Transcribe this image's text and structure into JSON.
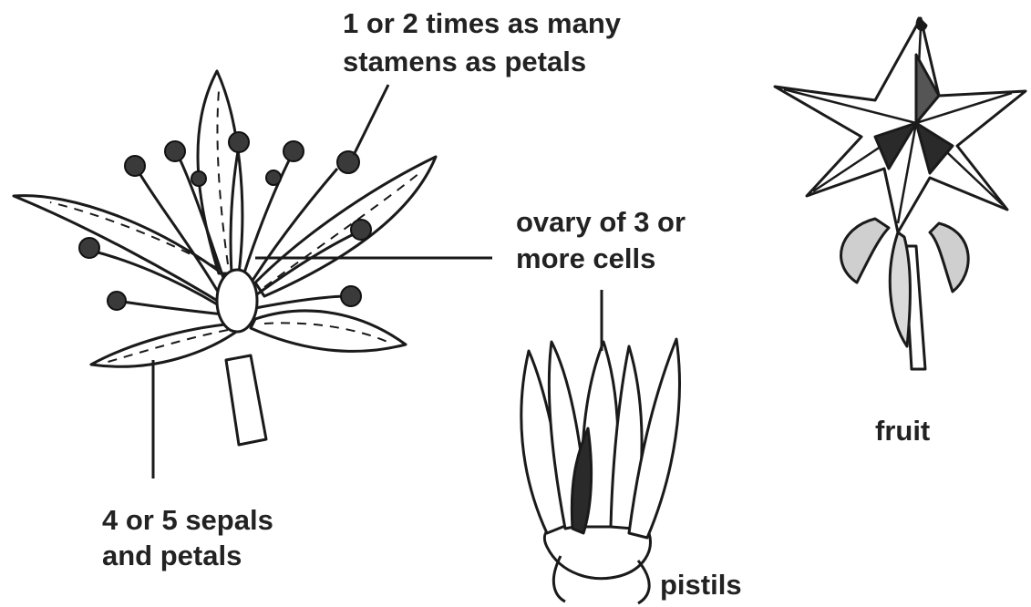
{
  "labels": {
    "stamens": [
      "1 or 2 times as many",
      "stamens as petals"
    ],
    "ovary": [
      "ovary of 3 or",
      "more cells"
    ],
    "sepals": [
      "4 or 5 sepals",
      "and petals"
    ],
    "pistils": "pistils",
    "fruit": "fruit"
  },
  "colors": {
    "ink": "#1a1a1a",
    "text": "#222222",
    "background": "#ffffff"
  }
}
